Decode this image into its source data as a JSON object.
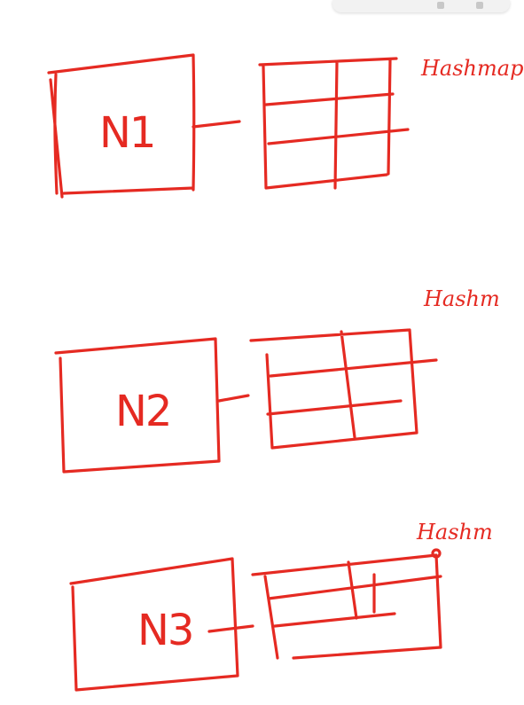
{
  "colors": {
    "ink": "#e52a22",
    "background": "#ffffff"
  },
  "diagram": {
    "nodes": [
      {
        "label": "N1",
        "map_label": "Hashmap"
      },
      {
        "label": "N2",
        "map_label": "Hashm"
      },
      {
        "label": "N3",
        "map_label": "Hashm"
      }
    ]
  }
}
